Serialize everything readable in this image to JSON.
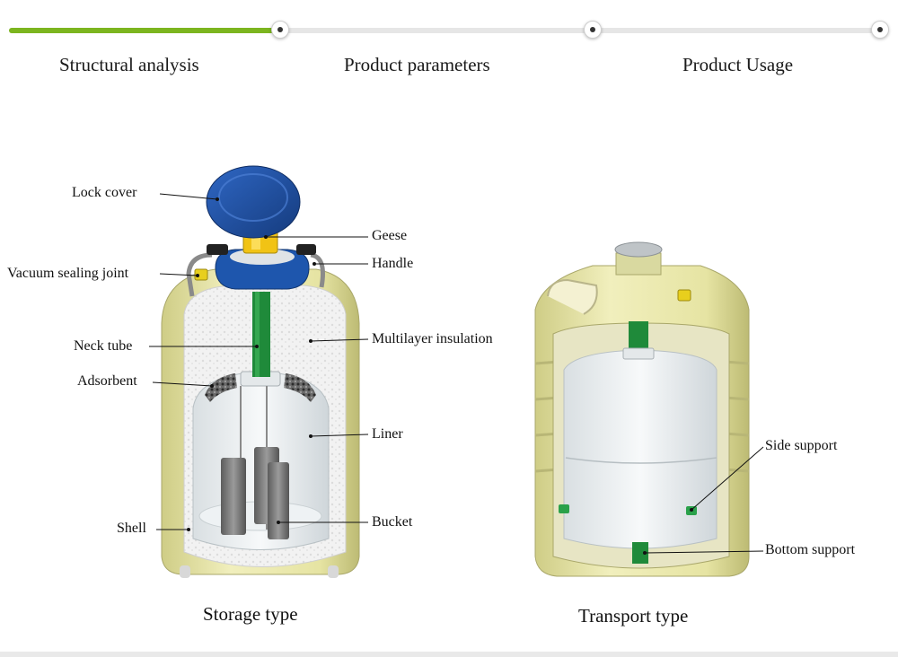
{
  "steps": [
    {
      "label": "Structural analysis"
    },
    {
      "label": "Product parameters"
    },
    {
      "label": "Product Usage"
    }
  ],
  "progress_fraction": 0.31,
  "colors": {
    "accent": "#7cb51f",
    "cap_blue": "#1d4fa0",
    "neck_green": "#1f8a3a",
    "shell_yellow": "#e9e7a6"
  },
  "storage": {
    "caption": "Storage type",
    "labels": {
      "lock_cover": "Lock cover",
      "geese": "Geese",
      "handle": "Handle",
      "vacuum_sealing_joint": "Vacuum sealing joint",
      "neck_tube": "Neck tube",
      "multilayer_insulation": "Multilayer insulation",
      "adsorbent": "Adsorbent",
      "liner": "Liner",
      "shell": "Shell",
      "bucket": "Bucket"
    }
  },
  "transport": {
    "caption": "Transport type",
    "labels": {
      "side_support": "Side support",
      "bottom_support": "Bottom support"
    }
  }
}
